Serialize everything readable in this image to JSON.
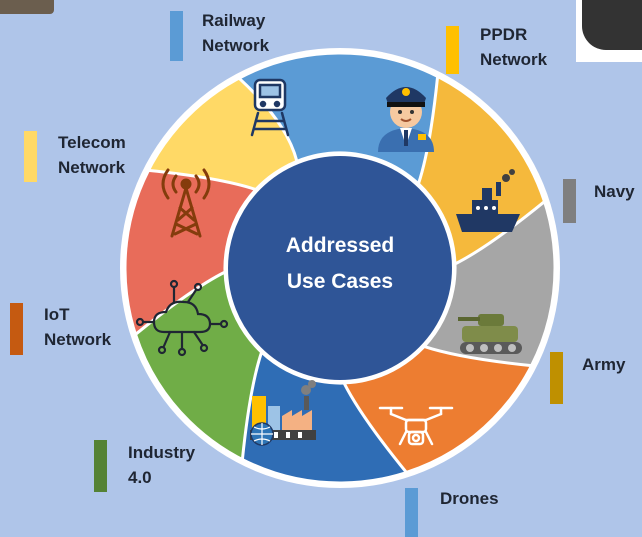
{
  "center": {
    "line1": "Addressed",
    "line2": "Use Cases"
  },
  "segments": [
    {
      "id": "railway",
      "line1": "Railway",
      "line2": "Network",
      "color": "#5b9bd5",
      "icon": "train-icon"
    },
    {
      "id": "ppdr",
      "line1": "PPDR",
      "line2": "Network",
      "color": "#f5b93c",
      "icon": "police-officer-icon"
    },
    {
      "id": "navy",
      "line1": "Navy",
      "line2": "",
      "color": "#a6a6a6",
      "icon": "ship-icon"
    },
    {
      "id": "army",
      "line1": "Army",
      "line2": "",
      "color": "#ed7d31",
      "icon": "tank-icon"
    },
    {
      "id": "drones",
      "line1": "Drones",
      "line2": "",
      "color": "#2f6db5",
      "icon": "drone-icon"
    },
    {
      "id": "industry",
      "line1": "Industry",
      "line2": "4.0",
      "color": "#70ad47",
      "icon": "factory-icon"
    },
    {
      "id": "iot",
      "line1": "IoT",
      "line2": "Network",
      "color": "#e86c5a",
      "icon": "cloud-network-icon"
    },
    {
      "id": "telecom",
      "line1": "Telecom",
      "line2": "Network",
      "color": "#ffd966",
      "icon": "antenna-tower-icon"
    }
  ],
  "bar_colors": {
    "railway": "#5b9bd5",
    "ppdr": "#ffc000",
    "navy": "#7f7f7f",
    "army": "#bf9000",
    "drones": "#5b9bd5",
    "industry": "#548235",
    "iot": "#c55a11",
    "telecom": "#ffd966"
  },
  "colors": {
    "hub": "#2f5597",
    "ring_bg": "#ffffff",
    "background": "#afc5e9"
  }
}
